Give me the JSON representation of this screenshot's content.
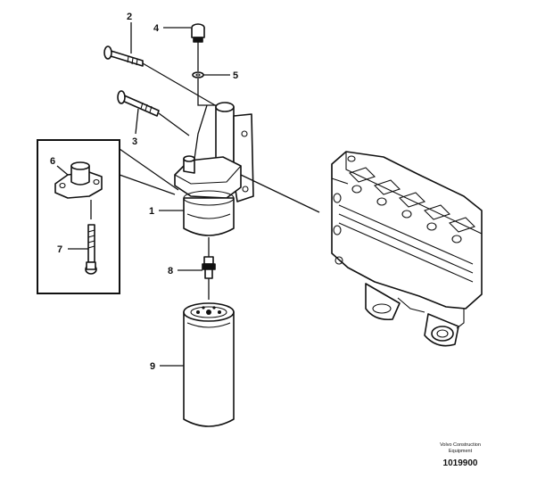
{
  "callouts": {
    "c1": "1",
    "c2": "2",
    "c3": "3",
    "c4": "4",
    "c5": "5",
    "c6": "6",
    "c7": "7",
    "c8": "8",
    "c9": "9"
  },
  "credit": {
    "line1": "Volvo Construction",
    "line2": "Equipment",
    "number": "1019900"
  }
}
